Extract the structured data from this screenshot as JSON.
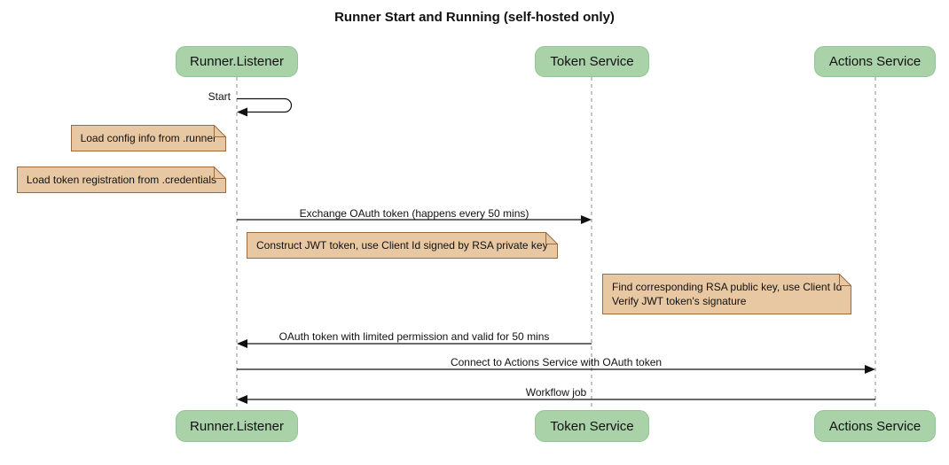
{
  "title": "Runner Start and Running (self-hosted only)",
  "participants": [
    {
      "name": "Runner.Listener"
    },
    {
      "name": "Token Service"
    },
    {
      "name": "Actions Service"
    }
  ],
  "messages": {
    "start": "Start",
    "exchange": "Exchange OAuth token (happens every 50 mins)",
    "oauth_return": "OAuth token with limited permission and valid for 50 mins",
    "connect": "Connect to Actions Service with OAuth token",
    "workflow": "Workflow job"
  },
  "notes": [
    {
      "text": "Load config info from .runner"
    },
    {
      "text": "Load token registration from .credentials"
    },
    {
      "text": "Construct JWT token, use Client Id signed by RSA private key"
    },
    {
      "line1": "Find corresponding RSA public key, use Client Id",
      "line2": "Verify JWT token's signature"
    }
  ],
  "colors": {
    "participant_fill": "#A9D2A9",
    "participant_border": "#93C493",
    "note_fill": "#E8C8A3",
    "note_border": "#9A6B3F",
    "lifeline": "#A6A6A6",
    "arrow": "#111111",
    "text": "#111111",
    "background": "#FFFFFF"
  }
}
